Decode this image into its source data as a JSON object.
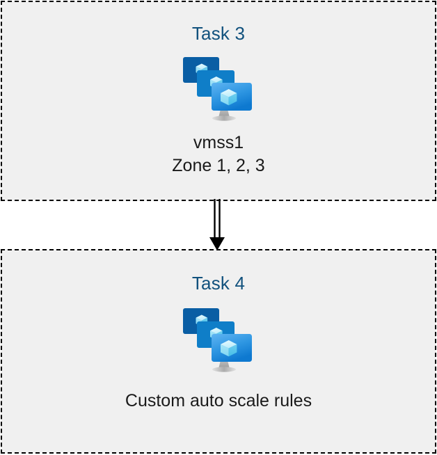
{
  "diagram": {
    "type": "flow",
    "background_color": "#ffffff",
    "box_fill_color": "#f0f0f0",
    "box_border_color": "#000000",
    "box_border_style": "dashed",
    "title_color": "#11517d",
    "caption_color": "#1a1a1a",
    "arrow_color": "#000000",
    "arrow_style": "double-line-with-solid-head",
    "arrow_direction": "down",
    "nodes": [
      {
        "id": "task3",
        "title": "Task 3",
        "icon": "vm-scale-set-icon",
        "caption_lines": [
          "vmss1",
          "Zone 1, 2, 3"
        ]
      },
      {
        "id": "task4",
        "title": "Task 4",
        "icon": "vm-scale-set-icon",
        "caption_lines": [
          "Custom auto scale rules"
        ]
      }
    ],
    "edges": [
      {
        "from": "task3",
        "to": "task4",
        "label": ""
      }
    ],
    "icon_colors": {
      "monitor_back": "#0A5EA4",
      "monitor_middle": "#0F7EC8",
      "monitor_front_top": "#54AFF0",
      "monitor_front_bottom": "#0E7BD2",
      "cube_light": "#C9F0FB",
      "cube_mid": "#8FE0F7",
      "cube_dark": "#49C7EE",
      "stand": "#A3A3A3"
    }
  }
}
